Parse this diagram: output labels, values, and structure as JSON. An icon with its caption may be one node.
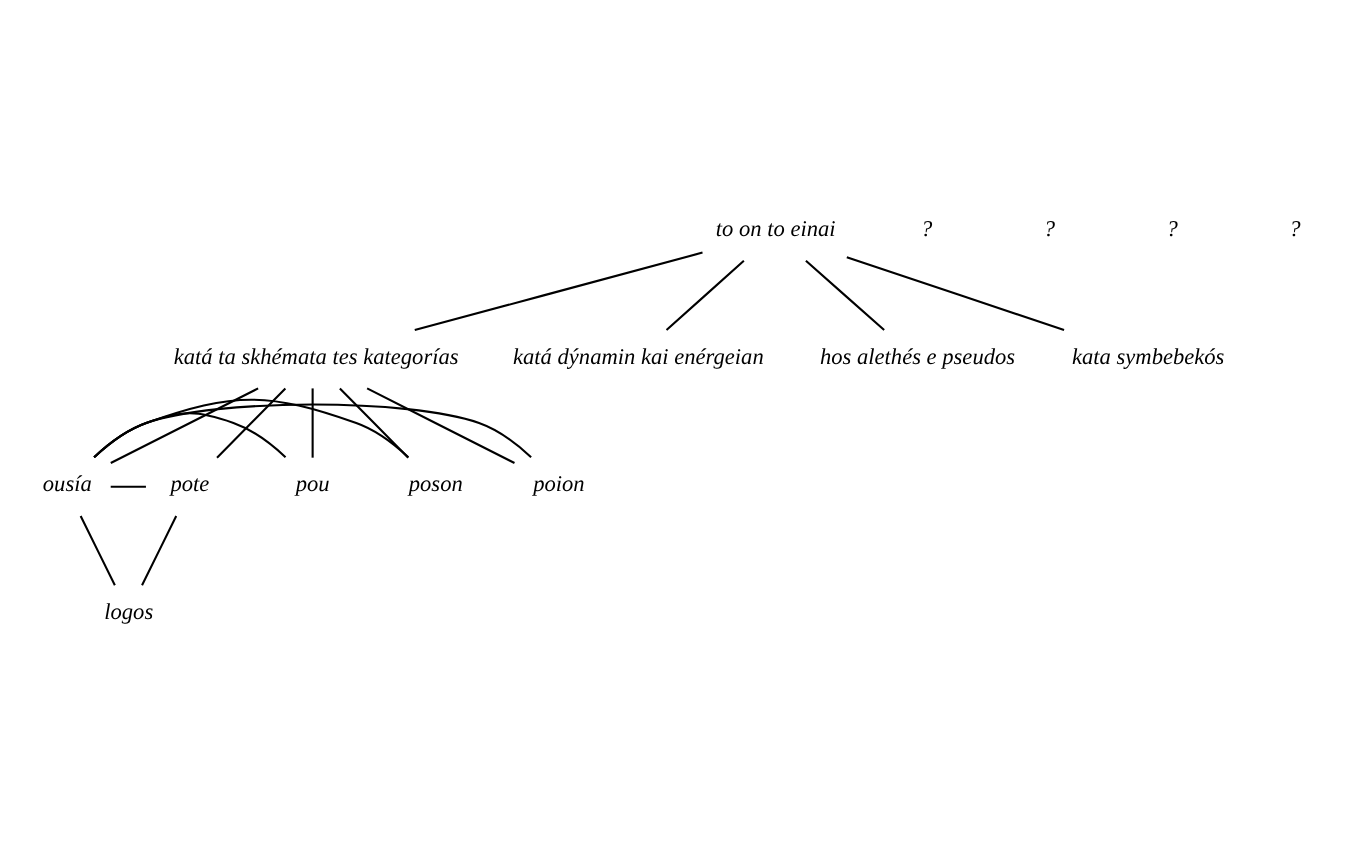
{
  "diagram": {
    "nodes": [
      {
        "text": [
          "to on to einai"
        ]
      },
      {
        "text": [
          "katá ta skhémata tes kategorías"
        ]
      },
      {
        "text": [
          "katá dýnamin kai enérgeian"
        ]
      },
      {
        "text": [
          "hos alethés e pseudos"
        ]
      },
      {
        "text": [
          "kata symbebekós"
        ]
      },
      {
        "text": [
          "ousía"
        ]
      },
      {
        "text": [
          "poion"
        ]
      },
      {
        "text": [
          "poson"
        ]
      },
      {
        "text": [
          "pou"
        ]
      },
      {
        "text": [
          "pote"
        ]
      },
      {
        "text": [
          "logos"
        ]
      }
    ],
    "edges": [
      {
        "from": 0,
        "to": 1,
        "arrow": "none"
      },
      {
        "from": 0,
        "to": 2,
        "arrow": "none"
      },
      {
        "from": 0,
        "to": 3,
        "arrow": "none"
      },
      {
        "from": 0,
        "to": 4,
        "arrow": "none"
      },
      {
        "from": 1,
        "to": 5,
        "arrow": "none"
      },
      {
        "from": 1,
        "to": 6,
        "arrow": "none"
      },
      {
        "from": 1,
        "to": 7,
        "arrow": "none"
      },
      {
        "from": 1,
        "to": 8,
        "arrow": "none"
      },
      {
        "from": 1,
        "to": 9,
        "arrow": "none"
      },
      {
        "from": 5,
        "to": 6,
        "arrow": "none"
      },
      {
        "from": 5,
        "to": 7,
        "arrow": "none"
      },
      {
        "from": 5,
        "to": 8,
        "arrow": "none"
      },
      {
        "from": 5,
        "to": 9,
        "arrow": "none"
      },
      {
        "from": 5,
        "to": 10,
        "arrow": "none"
      },
      {
        "from": 9,
        "to": 10,
        "arrow": "none"
      }
    ],
    "labels": [
      "?",
      "?",
      "?",
      "?"
    ]
  }
}
